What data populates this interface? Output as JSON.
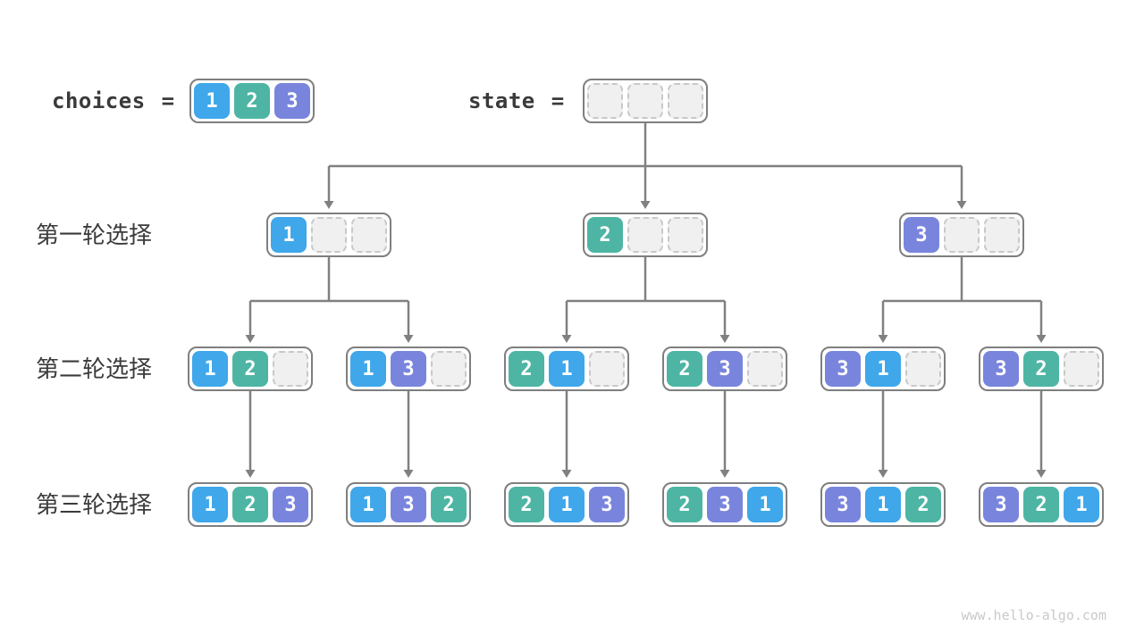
{
  "legend": {
    "choices": {
      "label": "choices",
      "equals": "=",
      "cells": [
        "1",
        "2",
        "3"
      ]
    },
    "state": {
      "label": "state",
      "equals": "=",
      "cells": [
        "",
        "",
        ""
      ]
    }
  },
  "rounds": [
    {
      "label": "第一轮选择",
      "boxes": [
        [
          "1",
          "",
          ""
        ],
        [
          "2",
          "",
          ""
        ],
        [
          "3",
          "",
          ""
        ]
      ]
    },
    {
      "label": "第二轮选择",
      "boxes": [
        [
          "1",
          "2",
          ""
        ],
        [
          "1",
          "3",
          ""
        ],
        [
          "2",
          "1",
          ""
        ],
        [
          "2",
          "3",
          ""
        ],
        [
          "3",
          "1",
          ""
        ],
        [
          "3",
          "2",
          ""
        ]
      ]
    },
    {
      "label": "第三轮选择",
      "boxes": [
        [
          "1",
          "2",
          "3"
        ],
        [
          "1",
          "3",
          "2"
        ],
        [
          "2",
          "1",
          "3"
        ],
        [
          "2",
          "3",
          "1"
        ],
        [
          "3",
          "1",
          "2"
        ],
        [
          "3",
          "2",
          "1"
        ]
      ]
    }
  ],
  "colors": {
    "value_1": "#3FA7EA",
    "value_2": "#4EB5A4",
    "value_3": "#7985DC",
    "arrow": "#808080",
    "box_border": "#7F7F7F",
    "empty_cell_fill": "#F0F0F0",
    "empty_cell_border": "#C8C8C8",
    "label_text": "#3B3B3B",
    "cell_text": "#FFFFFF",
    "watermark_text": "#C9C9C9"
  },
  "watermark": "www.hello-algo.com"
}
